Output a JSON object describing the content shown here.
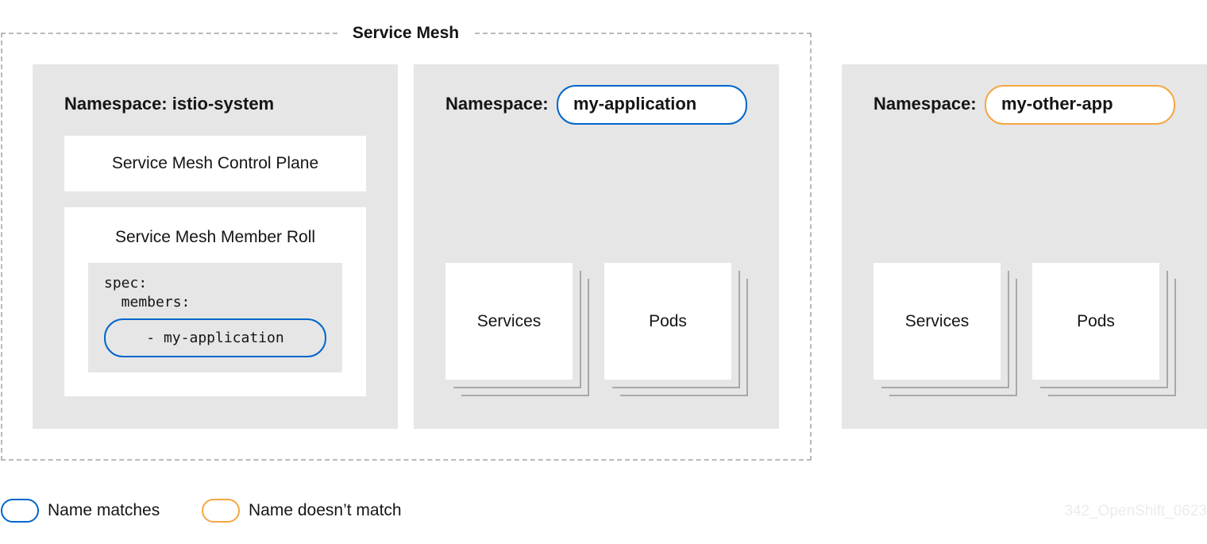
{
  "mesh": {
    "title": "Service Mesh"
  },
  "namespace_prefix": "Namespace:",
  "istio_namespace": {
    "label": "Namespace: istio-system",
    "control_plane": "Service Mesh Control Plane",
    "member_roll": {
      "title": "Service Mesh Member Roll",
      "code_spec": "spec:",
      "code_members": "  members:",
      "member_entry": "- my-application"
    }
  },
  "app_namespace": {
    "name": "my-application",
    "services": "Services",
    "pods": "Pods",
    "outline_color": "#0066cc"
  },
  "other_namespace": {
    "name": "my-other-app",
    "services": "Services",
    "pods": "Pods",
    "outline_color": "#f5a742"
  },
  "legend": {
    "match": {
      "label": "Name matches",
      "color": "#0066cc"
    },
    "mismatch": {
      "label": "Name doesn’t match",
      "color": "#f5a742"
    }
  },
  "watermark": "342_OpenShift_0623"
}
